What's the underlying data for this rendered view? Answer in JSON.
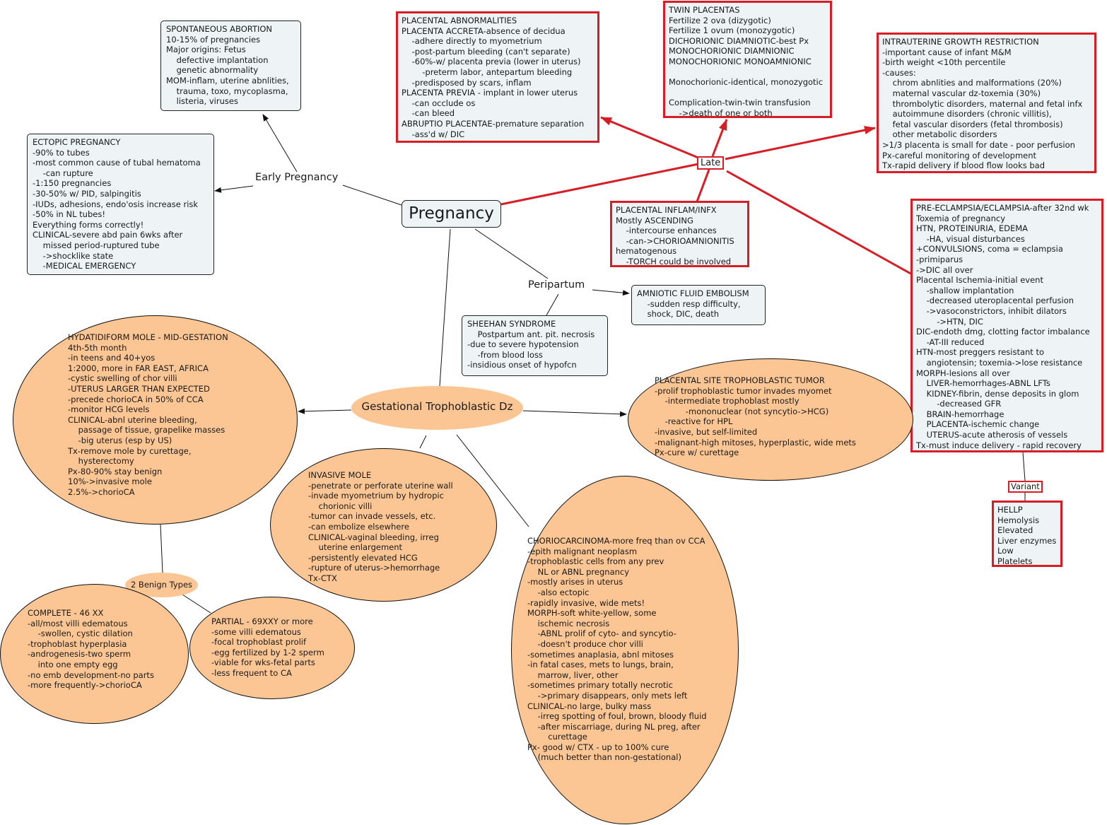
{
  "central": "Pregnancy",
  "branches": {
    "early": "Early Pregnancy",
    "late": "Late",
    "peripartum": "Peripartum",
    "gtd": "Gestational Trophoblastic Dz",
    "variant": "Variant",
    "benign_types": "2 Benign Types"
  },
  "boxes": {
    "spontaneous_abortion": [
      "SPONTANEOUS ABORTION",
      "10-15% of pregnancies",
      "Major origins: Fetus",
      "    defective implantation",
      "    genetic abnormality",
      "MOM-inflam, uterine abnlities,",
      "    trauma, toxo, mycoplasma,",
      "    listeria, viruses"
    ],
    "ectopic": [
      "ECTOPIC PREGNANCY",
      "-90% to tubes",
      "-most common cause of tubal hematoma",
      "    -can rupture",
      "-1:150 pregnancies",
      "-30-50% w/ PID, salpingitis",
      "-IUDs, adhesions, endo'osis increase risk",
      "-50% in NL tubes!",
      "Everything forms correctly!",
      "CLINICAL-severe abd pain 6wks after",
      "    missed period-ruptured tube",
      "    ->shocklike state",
      "    -MEDICAL EMERGENCY"
    ],
    "placental_abnormalities": [
      "PLACENTAL ABNORMALITIES",
      "PLACENTA ACCRETA-absence of decidua",
      "    -adhere directly to myometrium",
      "    -post-partum bleeding (can't separate)",
      "    -60%-w/ placenta previa (lower in uterus)",
      "        -preterm labor, antepartum bleeding",
      "    -predisposed by scars, inflam",
      "PLACENTA PREVIA - implant in lower uterus",
      "    -can occlude os",
      "    -can bleed",
      "ABRUPTIO PLACENTAE-premature separation",
      "    -ass'd w/ DIC"
    ],
    "twin_placentas": [
      "TWIN PLACENTAS",
      "Fertilize 2 ova (dizygotic)",
      "Fertilize 1 ovum (monozygotic)",
      "DICHORIONIC DIAMNIOTIC-best Px",
      "MONOCHORIONIC DIAMNIONIC",
      "MONOCHORIONIC MONOAMNIONIC",
      "",
      "Monochorionic-identical, monozygotic",
      "",
      "Complication-twin-twin transfusion",
      "    ->death of one or both"
    ],
    "iugr": [
      "INTRAUTERINE GROWTH RESTRICTION",
      "-important cause of infant M&M",
      "-birth weight <10th percentile",
      "-causes:",
      "    chrom abnlities and malformations (20%)",
      "    maternal vascular dz-toxemia (30%)",
      "    thrombolytic disorders, maternal and fetal infx",
      "    autoimmune disorders (chronic villitis),",
      "    fetal vascular disorders (fetal thrombosis)",
      "    other metabolic disorders",
      ">1/3 placenta is small for date - poor perfusion",
      "Px-careful monitoring of development",
      "Tx-rapid delivery if blood flow looks bad"
    ],
    "placental_inflam": [
      "PLACENTAL INFLAM/INFX",
      "Mostly ASCENDING",
      "    -intercourse enhances",
      "    -can->CHORIOAMNIONITIS",
      "hematogenous",
      "    -TORCH could be involved"
    ],
    "preeclampsia": [
      "PRE-ECLAMPSIA/ECLAMPSIA-after 32nd wk",
      "Toxemia of pregnancy",
      "HTN, PROTEINURIA, EDEMA",
      "    -HA, visual disturbances",
      "+CONVULSIONS, coma = eclampsia",
      "-primiparus",
      "->DIC all over",
      "Placental Ischemia-initial event",
      "    -shallow implantation",
      "    -decreased uteroplacental perfusion",
      "    ->vasoconstrictors, inhibit dilators",
      "        ->HTN, DIC",
      "DIC-endoth dmg, clotting factor imbalance",
      "    -AT-III reduced",
      "HTN-most preggers resistant to",
      "    angiotensin; toxemia->lose resistance",
      "MORPH-lesions all over",
      "    LIVER-hemorrhages-ABNL LFTs",
      "    KIDNEY-fibrin, dense deposits in glom",
      "        -decreased GFR",
      "    BRAIN-hemorrhage",
      "    PLACENTA-ischemic change",
      "    UTERUS-acute atherosis of vessels",
      "Tx-must induce delivery - rapid recovery"
    ],
    "hellp": [
      "HELLP",
      "Hemolysis",
      "Elevated",
      "Liver enzymes",
      "Low",
      "Platelets"
    ],
    "amniotic": [
      "AMNIOTIC FLUID EMBOLISM",
      "    -sudden resp difficulty,",
      "    shock, DIC, death"
    ],
    "sheehan": [
      "SHEEHAN SYNDROME",
      "    Postpartum ant. pit. necrosis",
      "-due to severe hypotension",
      "    -from blood loss",
      "-insidious onset of hypofcn"
    ]
  },
  "ovals": {
    "hydatidiform": [
      "HYDATIDIFORM MOLE - MID-GESTATION",
      "4th-5th month",
      "-in teens and 40+yos",
      "1:2000, more in FAR EAST, AFRICA",
      "-cystic swelling of chor villi",
      "-UTERUS LARGER THAN EXPECTED",
      "-precede chorioCA in 50% of CCA",
      "-monitor HCG levels",
      "CLINICAL-abnl uterine bleeding,",
      "    passage of tissue, grapelike masses",
      "    -big uterus (esp by US)",
      "Tx-remove mole by curettage,",
      "    hysterectomy",
      "Px-80-90% stay benign",
      "10%->invasive mole",
      "2.5%->chorioCA"
    ],
    "pstt": [
      "PLACENTAL SITE TROPHOBLASTIC TUMOR",
      "-prolif trophoblastic tumor invades myomet",
      "    -intermediate trophoblast mostly",
      "            -mononuclear (not syncytio->HCG)",
      "    -reactive for HPL",
      "-invasive, but self-limited",
      "-malignant-high mitoses, hyperplastic, wide mets",
      "Px-cure w/ curettage"
    ],
    "invasive_mole": [
      "INVASIVE MOLE",
      "-penetrate or perforate uterine wall",
      "-invade myometrium by hydropic",
      "    chorionic villi",
      "-tumor can invade vessels, etc.",
      "-can embolize elsewhere",
      "CLINICAL-vaginal bleeding, irreg",
      "    uterine enlargement",
      "-persistently elevated HCG",
      "-rupture of uterus->hemorrhage",
      "Tx-CTX"
    ],
    "choriocarcinoma": [
      "CHORIOCARCINOMA-more freq than ov CCA",
      "-epith malignant neoplasm",
      "-trophoblastic cells from any prev",
      "    NL or ABNL pregnancy",
      "-mostly arises in uterus",
      "    -also ectopic",
      "-rapidly invasive, wide mets!",
      "MORPH-soft white-yellow, some",
      "    ischemic necrosis",
      "    -ABNL prolif of cyto- and syncytio-",
      "    -doesn't produce chor villi",
      "-sometimes anaplasia, abnl mitoses",
      "-in fatal cases, mets to lungs, brain,",
      "    marrow, liver, other",
      "-sometimes primary totally necrotic",
      "    ->primary disappears, only mets left",
      "CLINICAL-no large, bulky mass",
      "    -irreg spotting of foul, brown, bloody fluid",
      "    -after miscarriage, during NL preg, after",
      "        curettage",
      "Px- good w/ CTX - up to 100% cure",
      "    (much better than non-gestational)"
    ],
    "complete": [
      "COMPLETE - 46 XX",
      "-all/most villi edematous",
      "    -swollen, cystic dilation",
      "-trophoblast hyperplasia",
      "-androgenesis-two sperm",
      "    into one empty egg",
      "-no emb development-no parts",
      "-more frequently->chorioCA"
    ],
    "partial": [
      "PARTIAL - 69XXY or more",
      "-some villi edematous",
      "-focal trophoblast prolif",
      "-egg fertilized by 1-2 sperm",
      "-viable for wks-fetal parts",
      "-less frequent to CA"
    ]
  },
  "colors": {
    "accent_red": "#d71e26",
    "oval_fill": "#fbc693",
    "box_fill": "#eef3f5"
  }
}
